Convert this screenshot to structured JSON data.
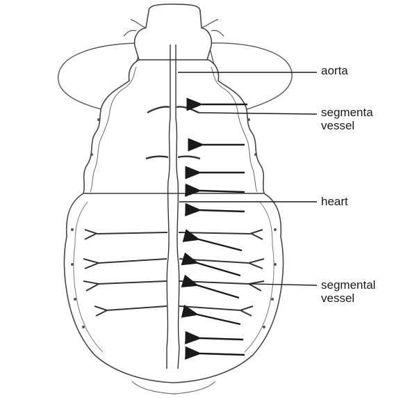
{
  "labels": {
    "aorta": "aorta",
    "segmental_vessel_top_line1": "segmenta",
    "segmental_vessel_top_line2": "vessel",
    "heart": "heart",
    "segmental_vessel_bottom_line1": "segmental",
    "segmental_vessel_bottom_line2": "vessel"
  },
  "colors": {
    "ink": "#2a2a2a",
    "background": "#ffffff"
  }
}
